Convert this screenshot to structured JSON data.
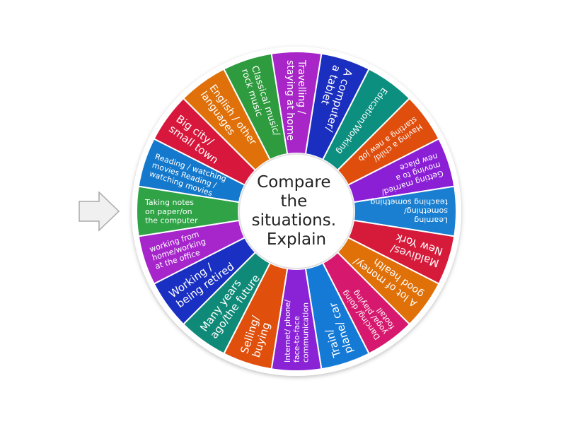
{
  "wheel": {
    "center_text": [
      "Compare",
      "the",
      "situations.",
      "Explain"
    ],
    "pointer_icon": "arrow-right-icon",
    "segments": [
      {
        "lines": [
          "A computer/",
          "a tablet"
        ],
        "color": "#1a2fbf"
      },
      {
        "lines": [
          "Education/Working"
        ],
        "color": "#0d8f80"
      },
      {
        "lines": [
          "Having a child/",
          "starting a new job"
        ],
        "color": "#e04e0d"
      },
      {
        "lines": [
          "Getting married/",
          "moving to a",
          "new place"
        ],
        "color": "#8a1fd6"
      },
      {
        "lines": [
          "Learning",
          "something/",
          "teaching something"
        ],
        "color": "#1a7fd0"
      },
      {
        "lines": [
          "Maldives/",
          "New York"
        ],
        "color": "#d61a3a"
      },
      {
        "lines": [
          "A lot of money/",
          "good health"
        ],
        "color": "#e07008"
      },
      {
        "lines": [
          "Dancing/ doing",
          "yoga/ playing",
          "footall"
        ],
        "color": "#d6186e"
      },
      {
        "lines": [
          "Train/",
          "plane/ car"
        ],
        "color": "#157ad6"
      },
      {
        "lines": [
          "Internet/ phone/",
          "face-to-face",
          "communication"
        ],
        "color": "#8a22d6"
      },
      {
        "lines": [
          "Selling/",
          "buying"
        ],
        "color": "#e0500c"
      },
      {
        "lines": [
          "Many years",
          "ago/the future"
        ],
        "color": "#108a78"
      },
      {
        "lines": [
          "Working /",
          "being retired"
        ],
        "color": "#1a30c2"
      },
      {
        "lines": [
          "working from",
          "home/working",
          "at the office"
        ],
        "color": "#a626cc"
      },
      {
        "lines": [
          "Taking notes",
          "on paper/on",
          "the computer"
        ],
        "color": "#2fa346"
      },
      {
        "lines": [
          "Reading / watching",
          "movies Reading /",
          "watching movies"
        ],
        "color": "#1478cc"
      },
      {
        "lines": [
          "Big city/",
          "small town"
        ],
        "color": "#d8173c"
      },
      {
        "lines": [
          "English / other",
          "languages"
        ],
        "color": "#e0710a"
      },
      {
        "lines": [
          "Classical music/",
          "rock music"
        ],
        "color": "#2e9b3e"
      },
      {
        "lines": [
          "Travelling /",
          "staying at home"
        ],
        "color": "#a826c8"
      }
    ]
  }
}
